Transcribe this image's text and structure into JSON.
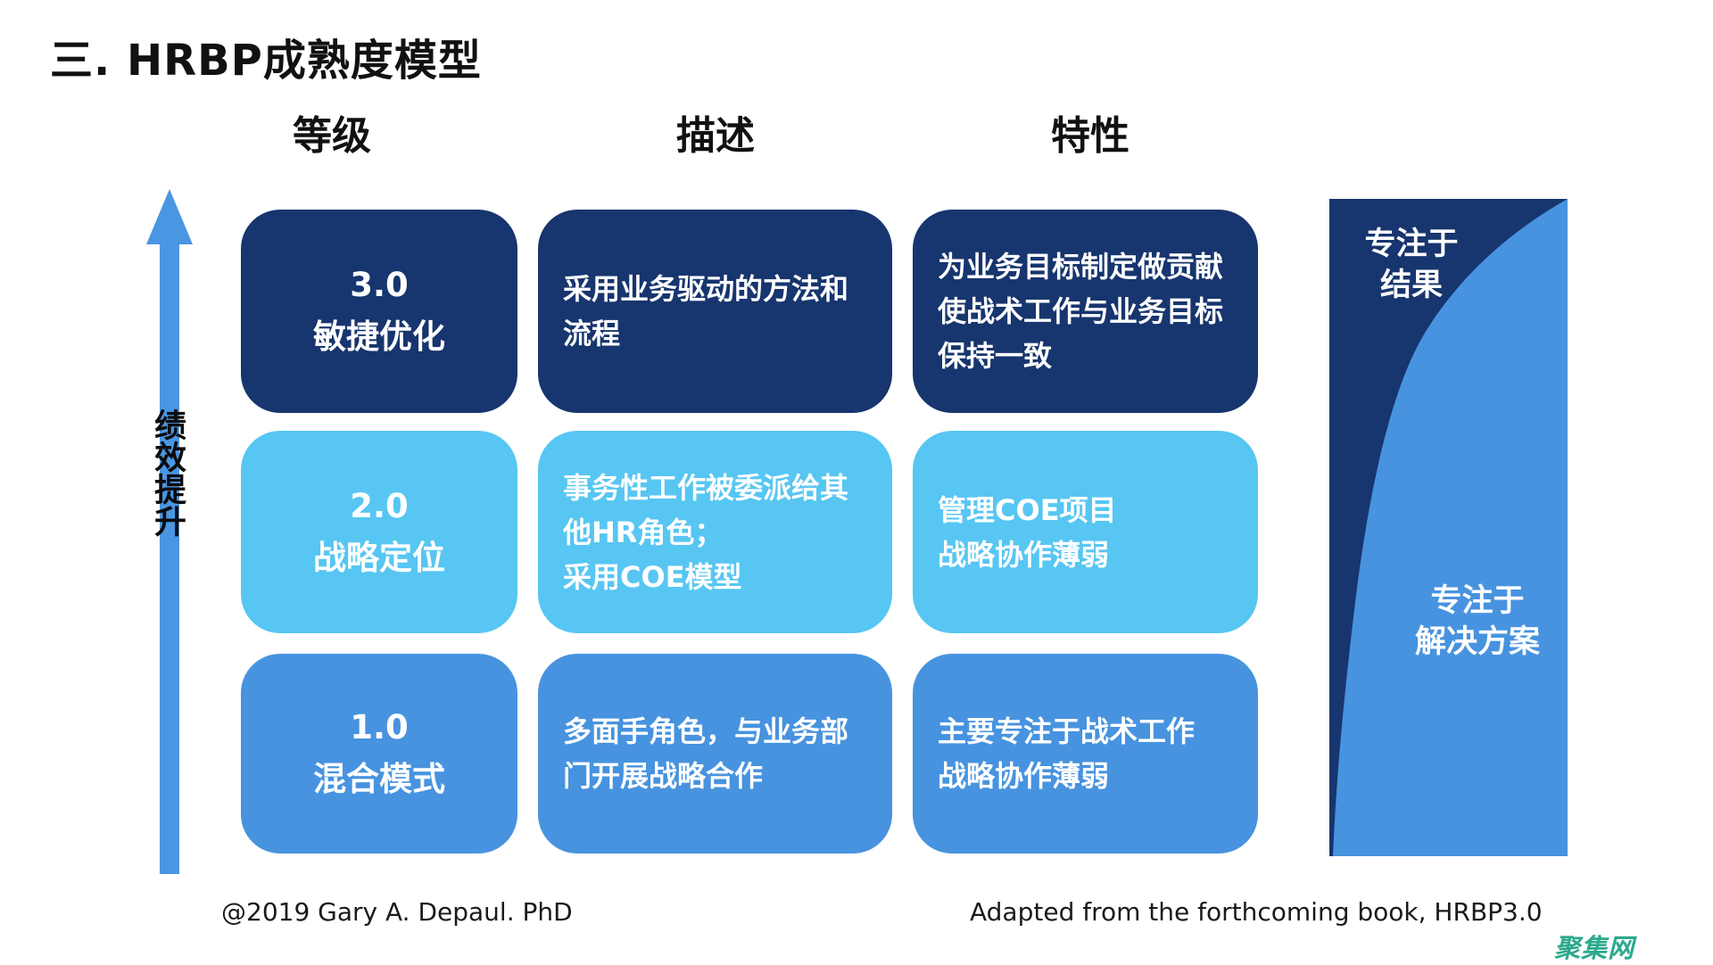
{
  "title": "三. HRBP成熟度模型",
  "headers": {
    "level": "等级",
    "description": "描述",
    "traits": "特性"
  },
  "axis_label": "绩效提升",
  "rows": [
    {
      "level": "3.0\n敏捷优化",
      "description": "采用业务驱动的方法和\n流程",
      "traits": "为业务目标制定做贡献\n使战术工作与业务目标\n保持一致"
    },
    {
      "level": "2.0\n战略定位",
      "description": "事务性工作被委派给其\n他HR角色；\n采用COE模型",
      "traits": "管理COE项目\n战略协作薄弱"
    },
    {
      "level": "1.0\n混合模式",
      "description": "多面手角色，与业务部\n门开展战略合作",
      "traits": "主要专注于战术工作\n战略协作薄弱"
    }
  ],
  "side_banner": {
    "top": "专注于\n结果",
    "bottom": "专注于\n解决方案"
  },
  "footer": {
    "copyright": "@2019 Gary A. Depaul. PhD",
    "source": "Adapted from the forthcoming book, HRBP3.0",
    "watermark": "聚集网"
  },
  "colors": {
    "navy": "#17356E",
    "light_blue": "#57C6F2",
    "mid_blue": "#4793DF",
    "arrow_blue": "#4A96E3",
    "watermark_green": "#2BA98C",
    "text_dark": "#111111",
    "text_white": "#FFFFFF"
  }
}
